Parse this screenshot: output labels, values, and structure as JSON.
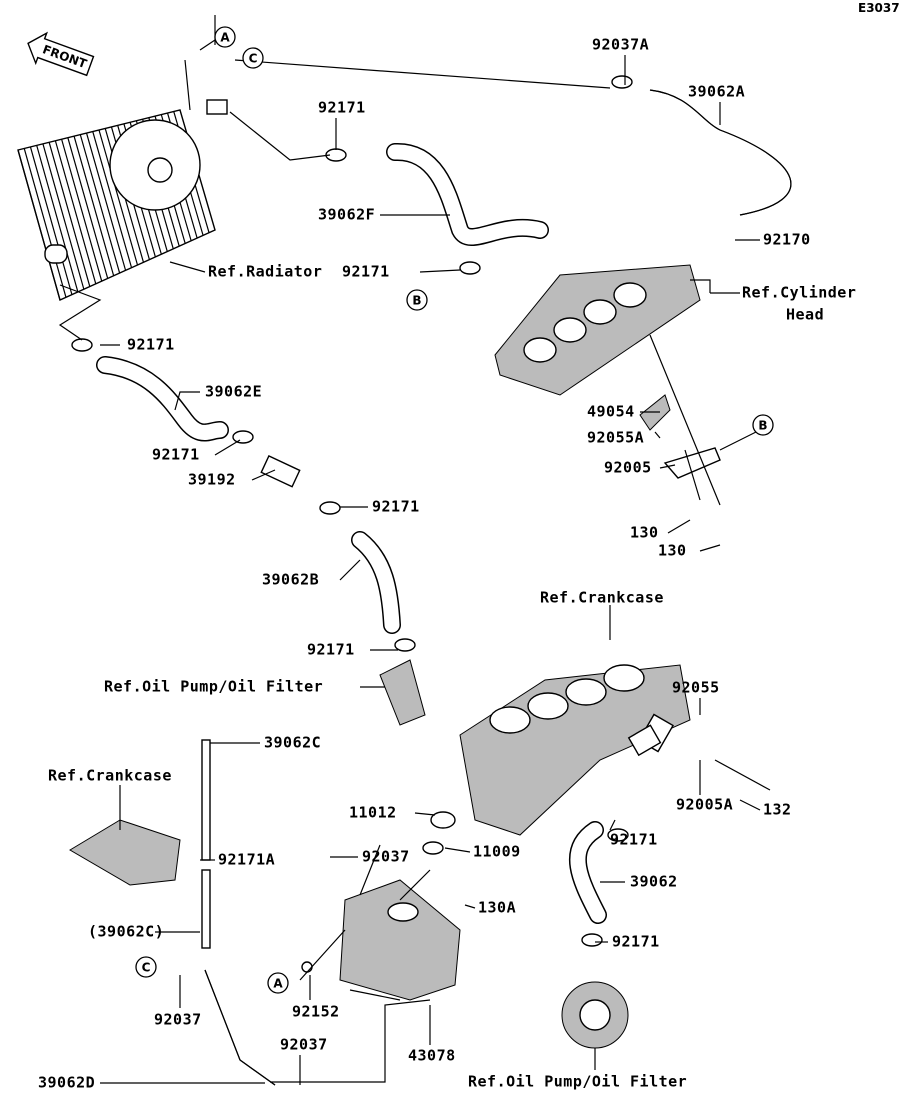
{
  "diagram_code": "E3037",
  "front_marker": "FRONT",
  "callouts": [
    "A",
    "C",
    "B",
    "B",
    "C",
    "A"
  ],
  "labels": [
    "92037A",
    "39062A",
    "92171",
    "39062F",
    "92170",
    "92171",
    "Ref.Radiator",
    "Ref.Cylinder",
    "Head",
    "92171",
    "39062E",
    "49054",
    "92055A",
    "92171",
    "39192",
    "92005",
    "92171",
    "130",
    "130",
    "39062B",
    "Ref.Crankcase",
    "92171",
    "Ref.Oil Pump/Oil Filter",
    "92055",
    "39062C",
    "Ref.Crankcase",
    "11012",
    "92005A",
    "132",
    "92171A",
    "92037",
    "11009",
    "92171",
    "39062",
    "(39062C)",
    "130A",
    "92171",
    "92152",
    "92037",
    "92037",
    "43078",
    "39062D",
    "Ref.Oil Pump/Oil Filter"
  ]
}
